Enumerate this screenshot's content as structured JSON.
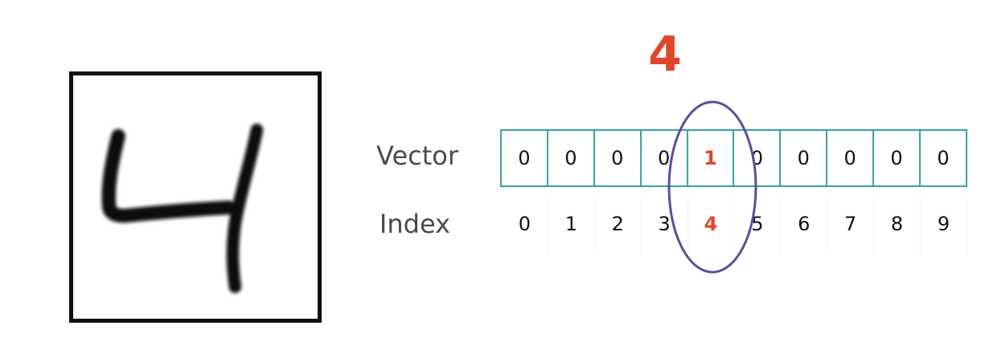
{
  "predicted_label": "4",
  "labels": {
    "vector": "Vector",
    "index": "Index"
  },
  "vector": [
    "0",
    "0",
    "0",
    "0",
    "1",
    "0",
    "0",
    "0",
    "0",
    "0"
  ],
  "indices": [
    "0",
    "1",
    "2",
    "3",
    "4",
    "5",
    "6",
    "7",
    "8",
    "9"
  ],
  "highlight_index": 4,
  "colors": {
    "accent": "#e0462c",
    "cell_border": "#3aa1a7",
    "ellipse": "#5a4f9b",
    "label_text": "#4a4a4a"
  },
  "icons": {
    "digit_image": "handwritten-digit-four-image"
  }
}
